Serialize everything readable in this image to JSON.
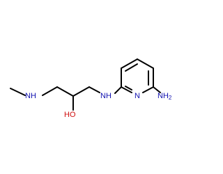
{
  "molecule": {
    "labels": {
      "methylamine_nh": "NH",
      "hydroxyl": "HO",
      "linker_nh": "NH",
      "ring_nitrogen": "N",
      "amino": "NH",
      "amino_subscript": "2"
    },
    "colors": {
      "bond": "#000000",
      "nitrogen": "#1010b0",
      "oxygen": "#d01010",
      "background": "#ffffff"
    }
  }
}
